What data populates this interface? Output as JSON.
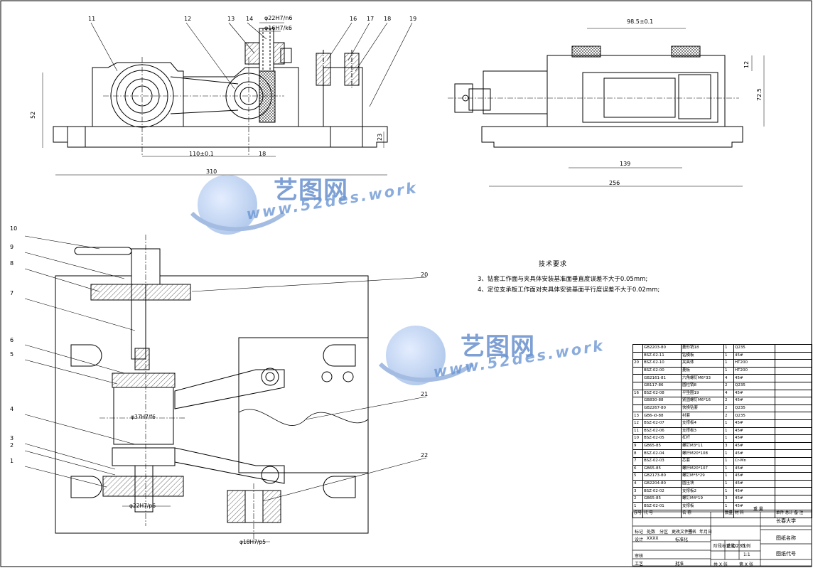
{
  "drawing": {
    "balloons_top": [
      "11",
      "12",
      "13",
      "14",
      "16",
      "17",
      "18",
      "19"
    ],
    "balloons_left": [
      "10",
      "9",
      "8",
      "7",
      "6",
      "5",
      "4",
      "3",
      "2",
      "1"
    ],
    "balloons_right": [
      "20",
      "21",
      "22"
    ],
    "dims_top_left": {
      "fit1": "φ22H7/n6",
      "fit2": "φ16H7/k6",
      "height": "52",
      "base": "23",
      "center": "110±0.1",
      "eighteen": "18",
      "overall": "310"
    },
    "dims_top_right": {
      "span": "98.5±0.1",
      "h12": "12",
      "h725": "72.5",
      "w139": "139",
      "w256": "256"
    },
    "dims_plan": {
      "fit_bush": "φ37H7/f6",
      "fit_pin": "φ22H7/p6",
      "fit_hole": "φ18H7/p5"
    }
  },
  "tech": {
    "title": "技术要求",
    "line3": "3、钻套工作面与夹具体安装基准面垂直度误差不大于0.05mm;",
    "line4": "4、定位支承板工作面对夹具体安装基面平行度误差不大于0.02mm;"
  },
  "watermark": {
    "cn": "艺图网",
    "url": "www.52des.work"
  },
  "bom": {
    "rows": [
      [
        "",
        "GB2203-80",
        "菱形销18",
        "1",
        "Q235",
        ""
      ],
      [
        "",
        "BSZ-02-11",
        "钻模板",
        "1",
        "45#",
        ""
      ],
      [
        "20",
        "BSZ-02-10",
        "夹具体",
        "1",
        "HT200",
        ""
      ],
      [
        "",
        "BSZ-02-00",
        "菱板",
        "1",
        "HT200",
        ""
      ],
      [
        "",
        "GB2161-81",
        "六角螺钉M6*33",
        "4",
        "45#",
        ""
      ],
      [
        "",
        "GB117-86",
        "圆柱销8",
        "2",
        "Q235",
        ""
      ],
      [
        "16",
        "BSZ-02-08",
        "平垫圈19",
        "4",
        "45#",
        ""
      ],
      [
        "",
        "GB830-88",
        "紧固螺钉M6*16",
        "2",
        "45#",
        ""
      ],
      [
        "",
        "GB2267-80",
        "快换钻套",
        "2",
        "Q235",
        ""
      ],
      [
        "13",
        "GB6-ı0-88",
        "衬套",
        "2",
        "Q235",
        ""
      ],
      [
        "12",
        "BSZ-02-07",
        "支撑板4",
        "1",
        "45#",
        ""
      ],
      [
        "11",
        "BSZ-02-06",
        "支撑板3",
        "1",
        "45#",
        ""
      ],
      [
        "10",
        "BSZ-02-05",
        "杠杆",
        "1",
        "45#",
        ""
      ],
      [
        "9",
        "GB65-85",
        "螺钉M3*11",
        "3",
        "45#",
        ""
      ],
      [
        "8",
        "BSZ-02-04",
        "螺杆M20*108",
        "1",
        "45#",
        ""
      ],
      [
        "7",
        "BSZ-02-03",
        "芯套",
        "1",
        "Cr-Mn",
        ""
      ],
      [
        "6",
        "GB65-85",
        "螺杆M20*107",
        "1",
        "45#",
        ""
      ],
      [
        "5",
        "GB2173-80",
        "螺钉M*5*29",
        "1",
        "45#",
        ""
      ],
      [
        "4",
        "GB2204-80",
        "圆压块",
        "1",
        "45#",
        ""
      ],
      [
        "3",
        "BSZ-02-02",
        "支撑板2",
        "1",
        "45#",
        ""
      ],
      [
        "2",
        "GB65-85",
        "螺钉M4*19",
        "3",
        "45#",
        ""
      ],
      [
        "1",
        "BSZ-02-01",
        "支撑板",
        "1",
        "45#",
        ""
      ]
    ],
    "header": {
      "seq": "序号",
      "code": "代    号",
      "name": "名    称",
      "qty": "数量",
      "material": "材    料",
      "unit": "单件",
      "total": "总计",
      "weight": "重    量",
      "remark": "备 注"
    }
  },
  "title_block": {
    "material": "Q235",
    "school": "长春大学",
    "drawing_name": "图纸名称",
    "drawing_code": "图纸代号",
    "scale": "1:1",
    "design": "设计",
    "design_by": "XXXX",
    "marks": "标记",
    "count": "处数",
    "zone": "分区",
    "change_no": "更改文件号",
    "signature": "签名",
    "date": "年月日",
    "std": "标准化",
    "check": "审核",
    "craft": "工艺",
    "approve": "批准",
    "stage": "阶段标记",
    "weight": "重量",
    "ratio": "比例",
    "sheet_a": "共 X 张",
    "sheet_b": "第 X 张"
  }
}
